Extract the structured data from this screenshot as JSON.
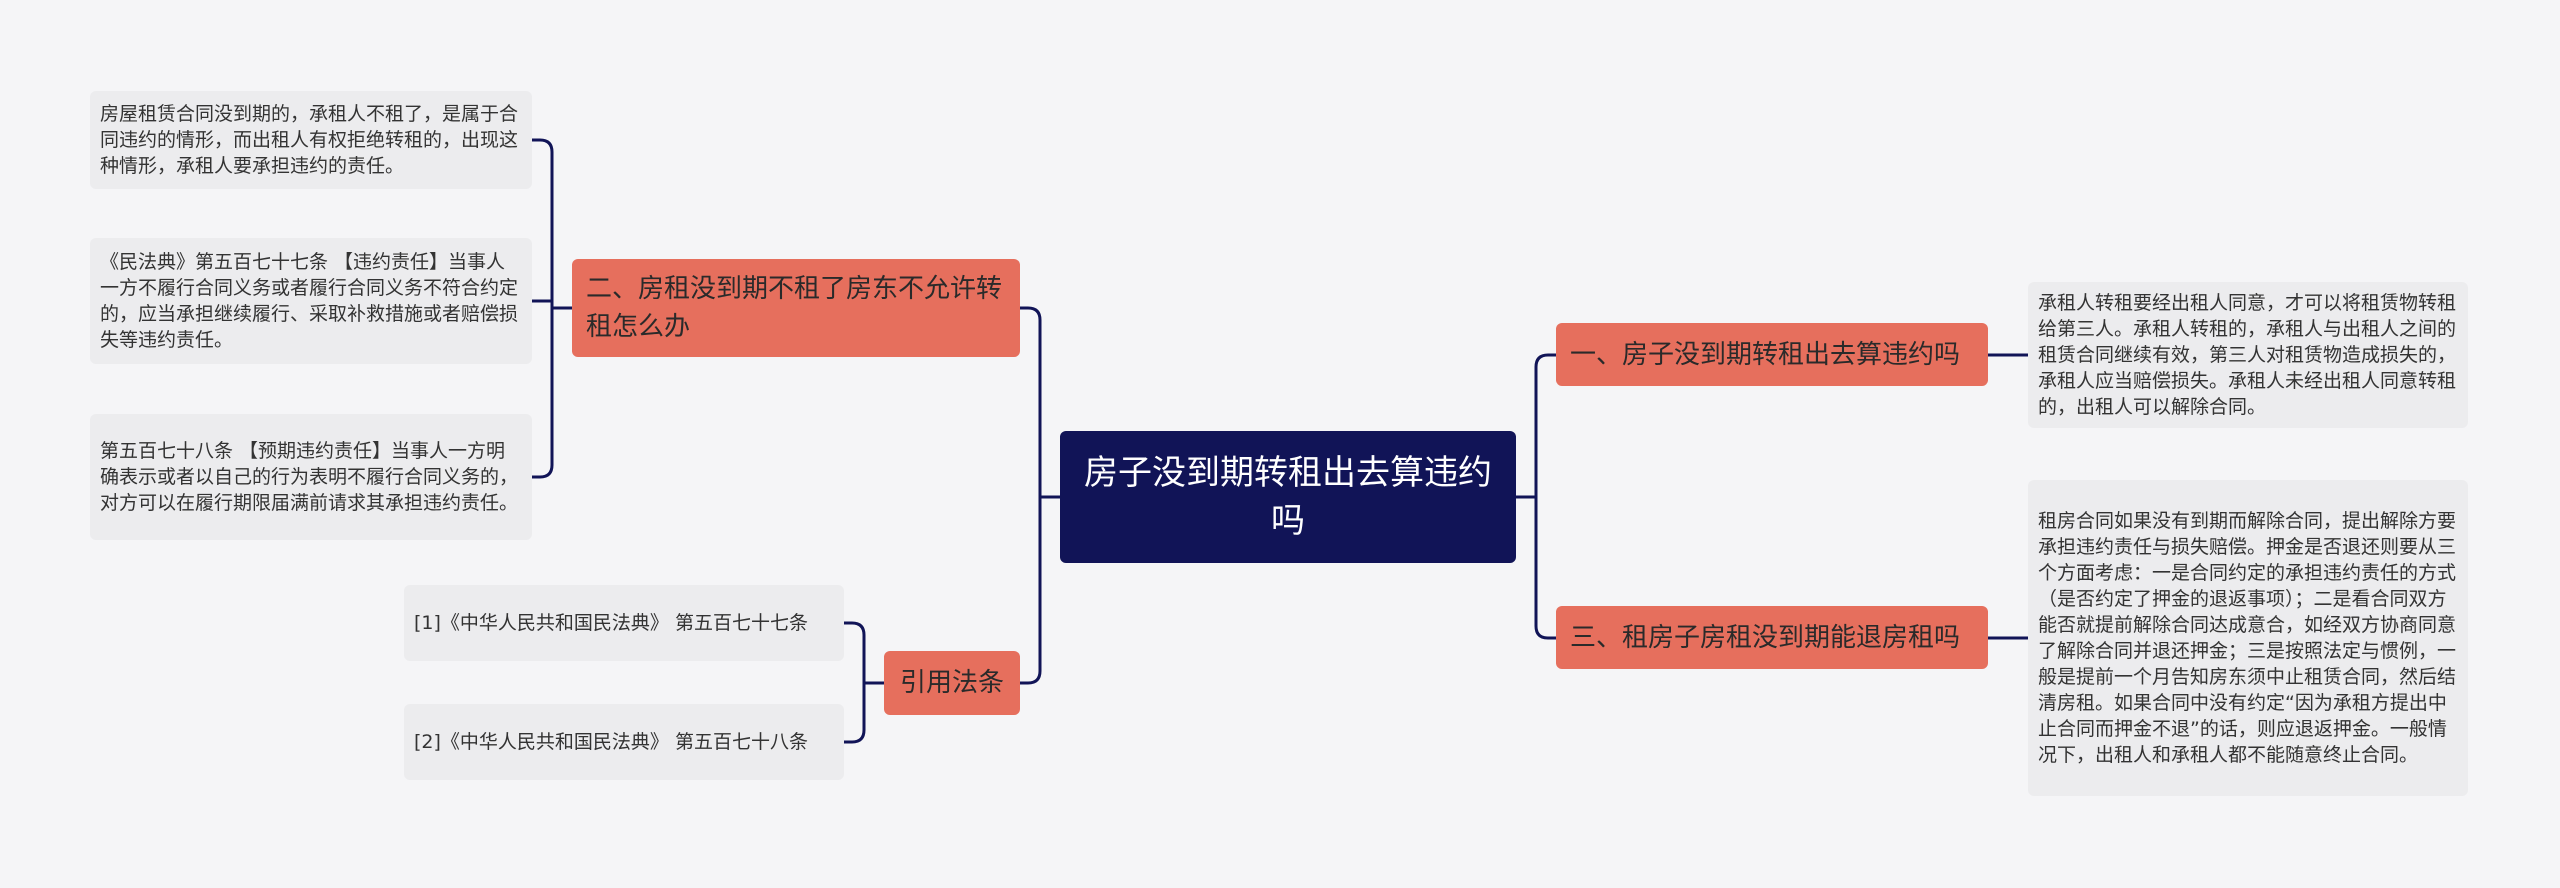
{
  "mindmap": {
    "root": "房子没到期转租出去算违约吗",
    "branches": [
      {
        "label": "一、房子没到期转租出去算违约吗",
        "children": [
          "承租人转租要经出租人同意，才可以将租赁物转租给第三人。承租人转租的，承租人与出租人之间的租赁合同继续有效，第三人对租赁物造成损失的，承租人应当赔偿损失。承租人未经出租人同意转租的，出租人可以解除合同。"
        ]
      },
      {
        "label": "二、房租没到期不租了房东不允许转租怎么办",
        "children": [
          "房屋租赁合同没到期的，承租人不租了，是属于合同违约的情形，而出租人有权拒绝转租的，出现这种情形，承租人要承担违约的责任。",
          "《民法典》第五百七十七条 【违约责任】当事人一方不履行合同义务或者履行合同义务不符合约定的，应当承担继续履行、采取补救措施或者赔偿损失等违约责任。",
          "第五百七十八条 【预期违约责任】当事人一方明确表示或者以自己的行为表明不履行合同义务的，对方可以在履行期限届满前请求其承担违约责任。"
        ]
      },
      {
        "label": "三、租房子房租没到期能退房租吗",
        "children": [
          "租房合同如果没有到期而解除合同，提出解除方要承担违约责任与损失赔偿。押金是否退还则要从三个方面考虑：一是合同约定的承担违约责任的方式（是否约定了押金的退返事项）；二是看合同双方能否就提前解除合同达成意合，如经双方协商同意了解除合同并退还押金；三是按照法定与惯例，一般是提前一个月告知房东须中止租赁合同，然后结清房租。如果合同中没有约定“因为承租方提出中止合同而押金不退”的话，则应退返押金。一般情况下，出租人和承租人都不能随意终止合同。"
        ]
      },
      {
        "label": "引用法条",
        "children": [
          "[1]《中华人民共和国民法典》 第五百七十七条",
          "[2]《中华人民共和国民法典》 第五百七十八条"
        ]
      }
    ]
  },
  "colors": {
    "background": "#f5f5f7",
    "root_fill": "#111457",
    "branch_fill": "#e66f5d",
    "leaf_fill": "#ececee",
    "connector": "#111457"
  }
}
